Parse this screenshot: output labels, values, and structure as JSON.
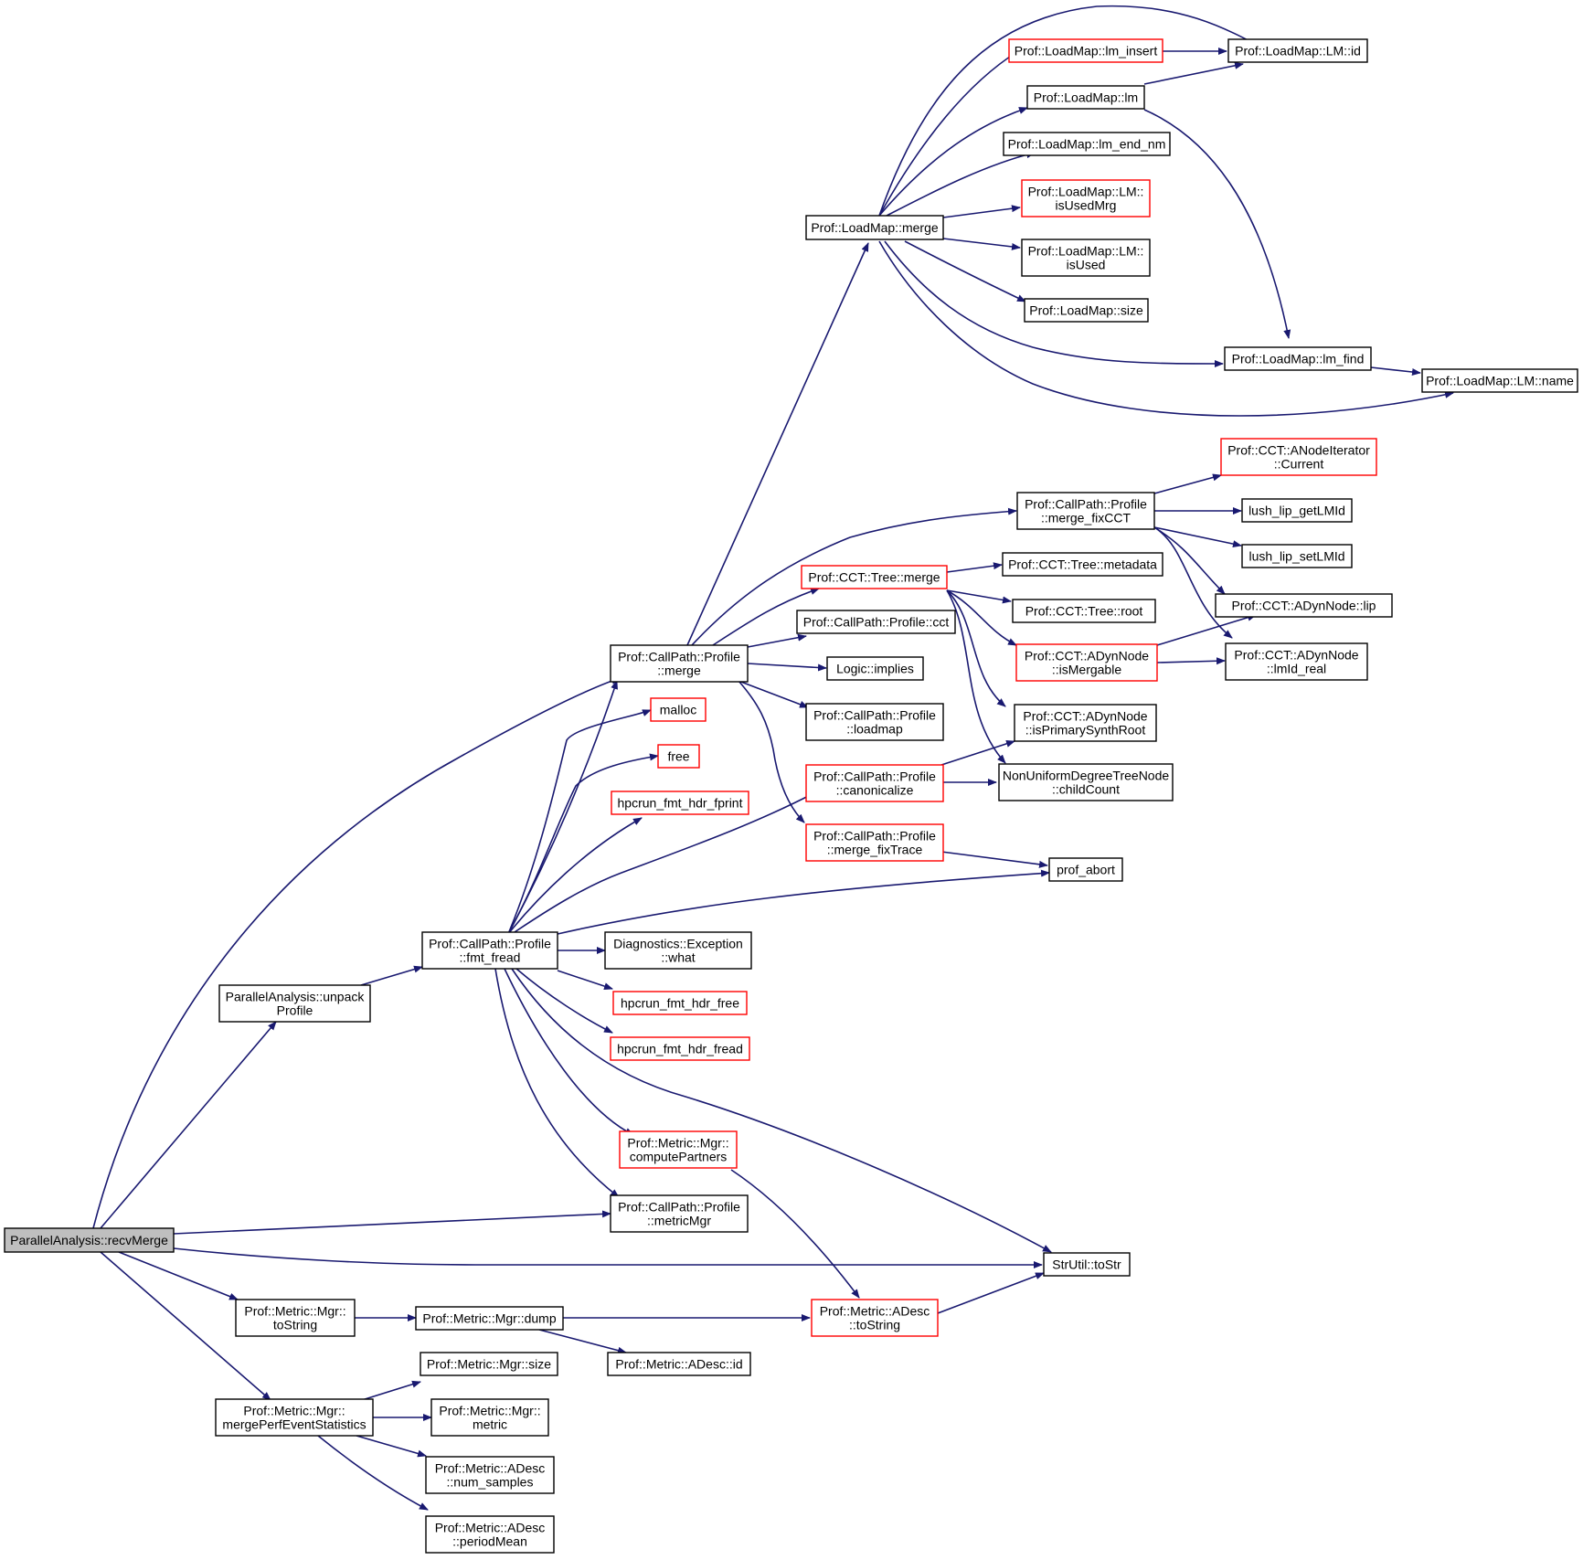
{
  "colors": {
    "edge": "#191970",
    "node_border": "#000000",
    "node_border_red": "#ff0000",
    "root_fill": "#bfbfbf",
    "node_fill": "#ffffff"
  },
  "nodes": {
    "recvMerge": {
      "lines": [
        "ParallelAnalysis::recvMerge"
      ],
      "style": "root"
    },
    "unpackProfile": {
      "lines": [
        "ParallelAnalysis::unpack",
        "Profile"
      ],
      "style": "black"
    },
    "mgrToString": {
      "lines": [
        "Prof::Metric::Mgr::",
        "toString"
      ],
      "style": "black"
    },
    "mergePerf": {
      "lines": [
        "Prof::Metric::Mgr::",
        "mergePerfEventStatistics"
      ],
      "style": "black"
    },
    "fmtFread": {
      "lines": [
        "Prof::CallPath::Profile",
        "::fmt_fread"
      ],
      "style": "black"
    },
    "cpMerge": {
      "lines": [
        "Prof::CallPath::Profile",
        "::merge"
      ],
      "style": "black"
    },
    "mgrDump": {
      "lines": [
        "Prof::Metric::Mgr::dump"
      ],
      "style": "black"
    },
    "mgrSize": {
      "lines": [
        "Prof::Metric::Mgr::size"
      ],
      "style": "black"
    },
    "mgrMetric": {
      "lines": [
        "Prof::Metric::Mgr::",
        "metric"
      ],
      "style": "black"
    },
    "numSamples": {
      "lines": [
        "Prof::Metric::ADesc",
        "::num_samples"
      ],
      "style": "black"
    },
    "periodMean": {
      "lines": [
        "Prof::Metric::ADesc",
        "::periodMean"
      ],
      "style": "black"
    },
    "lmMerge": {
      "lines": [
        "Prof::LoadMap::merge"
      ],
      "style": "black"
    },
    "malloc": {
      "lines": [
        "malloc"
      ],
      "style": "red"
    },
    "free": {
      "lines": [
        "free"
      ],
      "style": "red"
    },
    "hdrFprint": {
      "lines": [
        "hpcrun_fmt_hdr_fprint"
      ],
      "style": "red"
    },
    "diagWhat": {
      "lines": [
        "Diagnostics::Exception",
        "::what"
      ],
      "style": "black"
    },
    "hdrFree": {
      "lines": [
        "hpcrun_fmt_hdr_free"
      ],
      "style": "red"
    },
    "hdrFread": {
      "lines": [
        "hpcrun_fmt_hdr_fread"
      ],
      "style": "red"
    },
    "computePartners": {
      "lines": [
        "Prof::Metric::Mgr::",
        "computePartners"
      ],
      "style": "red"
    },
    "metricMgr": {
      "lines": [
        "Prof::CallPath::Profile",
        "::metricMgr"
      ],
      "style": "black"
    },
    "adescId": {
      "lines": [
        "Prof::Metric::ADesc::id"
      ],
      "style": "black"
    },
    "adescToString": {
      "lines": [
        "Prof::Metric::ADesc",
        "::toString"
      ],
      "style": "red"
    },
    "strToStr": {
      "lines": [
        "StrUtil::toStr"
      ],
      "style": "black"
    },
    "cctTreeMerge": {
      "lines": [
        "Prof::CCT::Tree::merge"
      ],
      "style": "red"
    },
    "profileCct": {
      "lines": [
        "Prof::CallPath::Profile::cct"
      ],
      "style": "black"
    },
    "logicImplies": {
      "lines": [
        "Logic::implies"
      ],
      "style": "black"
    },
    "profileLoadmap": {
      "lines": [
        "Prof::CallPath::Profile",
        "::loadmap"
      ],
      "style": "black"
    },
    "canonicalize": {
      "lines": [
        "Prof::CallPath::Profile",
        "::canonicalize"
      ],
      "style": "red"
    },
    "mergeFixTrace": {
      "lines": [
        "Prof::CallPath::Profile",
        "::merge_fixTrace"
      ],
      "style": "red"
    },
    "mergeFixCCT": {
      "lines": [
        "Prof::CallPath::Profile",
        "::merge_fixCCT"
      ],
      "style": "black"
    },
    "profAbort": {
      "lines": [
        "prof_abort"
      ],
      "style": "black"
    },
    "lmInsert": {
      "lines": [
        "Prof::LoadMap::lm_insert"
      ],
      "style": "red"
    },
    "lmLm": {
      "lines": [
        "Prof::LoadMap::lm"
      ],
      "style": "black"
    },
    "lmEndNm": {
      "lines": [
        "Prof::LoadMap::lm_end_nm"
      ],
      "style": "black"
    },
    "isUsedMrg": {
      "lines": [
        "Prof::LoadMap::LM::",
        "isUsedMrg"
      ],
      "style": "red"
    },
    "isUsed": {
      "lines": [
        "Prof::LoadMap::LM::",
        "isUsed"
      ],
      "style": "black"
    },
    "lmSize": {
      "lines": [
        "Prof::LoadMap::size"
      ],
      "style": "black"
    },
    "lmId": {
      "lines": [
        "Prof::LoadMap::LM::id"
      ],
      "style": "black"
    },
    "lmFind": {
      "lines": [
        "Prof::LoadMap::lm_find"
      ],
      "style": "black"
    },
    "lmName": {
      "lines": [
        "Prof::LoadMap::LM::name"
      ],
      "style": "black"
    },
    "nodeIterCurrent": {
      "lines": [
        "Prof::CCT::ANodeIterator",
        "::Current"
      ],
      "style": "red"
    },
    "lushGet": {
      "lines": [
        "lush_lip_getLMId"
      ],
      "style": "black"
    },
    "lushSet": {
      "lines": [
        "lush_lip_setLMId"
      ],
      "style": "black"
    },
    "treeMetadata": {
      "lines": [
        "Prof::CCT::Tree::metadata"
      ],
      "style": "black"
    },
    "treeRoot": {
      "lines": [
        "Prof::CCT::Tree::root"
      ],
      "style": "black"
    },
    "adynLip": {
      "lines": [
        "Prof::CCT::ADynNode::lip"
      ],
      "style": "black"
    },
    "isMergable": {
      "lines": [
        "Prof::CCT::ADynNode",
        "::isMergable"
      ],
      "style": "red"
    },
    "lmIdReal": {
      "lines": [
        "Prof::CCT::ADynNode",
        "::lmId_real"
      ],
      "style": "black"
    },
    "isPrimarySynthRoot": {
      "lines": [
        "Prof::CCT::ADynNode",
        "::isPrimarySynthRoot"
      ],
      "style": "black"
    },
    "childCount": {
      "lines": [
        "NonUniformDegreeTreeNode",
        "::childCount"
      ],
      "style": "black"
    }
  }
}
